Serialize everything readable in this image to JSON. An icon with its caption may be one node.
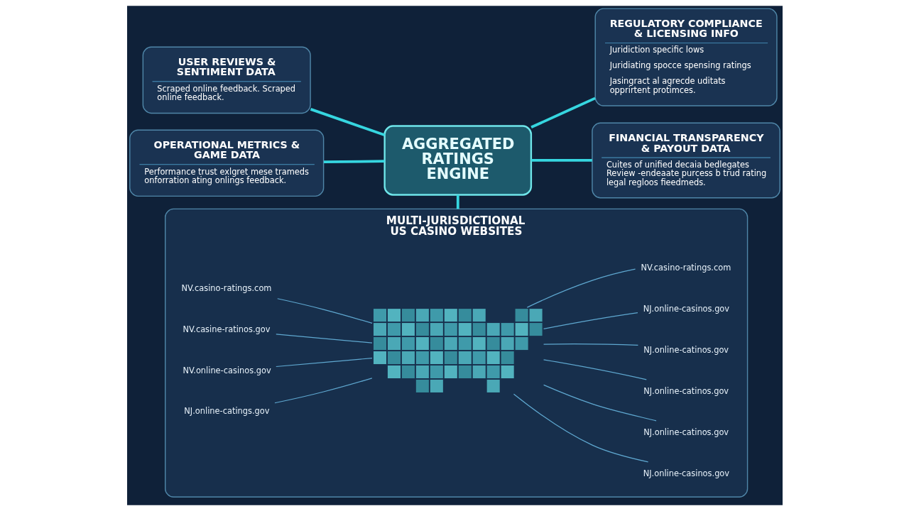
{
  "diagram": {
    "nodes": [
      {
        "text": [
          "USER REVIEWS & SENTIMENT DATA",
          "Scraped online feedback. Scraped online feedback."
        ]
      },
      {
        "text": [
          "REGULATORY COMPLIANCE & LICENSING INFO",
          "Juridiction specific lows",
          "Juridiating spocce spensing ratings",
          "Jasingract al agrecde uditats opprirtent protimces."
        ]
      },
      {
        "text": [
          "OPERATIONAL METRICS & GAME DATA",
          "Performance trust exlgret mese trameds onforration ating onlings feedback."
        ]
      },
      {
        "text": [
          "AGGREGATED RATINGS ENGINE"
        ]
      },
      {
        "text": [
          "FINANCIAL TRANSPARENCY & PAYOUT DATA",
          "Cuites of unified decaia bedlegates Review -endeaate purcess b trud rating legal regloos fieedmeds."
        ]
      },
      {
        "text": [
          "MULTI-JURISDICTIONAL US CASINO WEBSITES"
        ]
      },
      {
        "text": [],
        "shape": "picture",
        "in": 5
      },
      {
        "text": [
          "NV.casino-ratings.com"
        ],
        "in": 5
      },
      {
        "text": [
          "NV.casino-ratings.com"
        ],
        "in": 5
      },
      {
        "text": [
          "NV.casine-ratinos.gov"
        ],
        "in": 5
      },
      {
        "text": [
          "NJ.online-casinos.gov"
        ],
        "in": 5
      },
      {
        "text": [
          "NV.online-casinos.gov"
        ],
        "in": 5
      },
      {
        "text": [
          "NJ.online-catinos.gov"
        ],
        "in": 5
      },
      {
        "text": [
          "NJ.online-catings.gov"
        ],
        "in": 5
      },
      {
        "text": [
          "NJ.online-catinos.gov"
        ],
        "in": 5
      },
      {
        "text": [
          "NJ.online-catinos.gov"
        ],
        "in": 5
      },
      {
        "text": [
          "NJ.online-casinos.gov"
        ],
        "in": 5
      }
    ],
    "edges": [
      {
        "from": 0,
        "to": 3,
        "arrow": "none",
        "style": "thick",
        "color": "#36d6e0"
      },
      {
        "from": 3,
        "to": 1,
        "arrow": "none",
        "style": "thick",
        "color": "#36d6e0"
      },
      {
        "from": 2,
        "to": 3,
        "arrow": "none",
        "style": "thick",
        "color": "#36d6e0"
      },
      {
        "from": 3,
        "to": 4,
        "arrow": "none",
        "style": "thick",
        "color": "#36d6e0"
      },
      {
        "from": 3,
        "to": 5,
        "arrow": "none",
        "style": "thick",
        "color": "#36d6e0"
      },
      {
        "from": 7,
        "to": 6,
        "arrow": "none"
      },
      {
        "from": 8,
        "to": 6,
        "arrow": "none"
      },
      {
        "from": 9,
        "to": 6,
        "arrow": "none"
      },
      {
        "from": 10,
        "to": 6,
        "arrow": "none"
      },
      {
        "from": 11,
        "to": 6,
        "arrow": "none"
      },
      {
        "from": 12,
        "to": 6,
        "arrow": "none"
      },
      {
        "from": 13,
        "to": 6,
        "arrow": "none"
      },
      {
        "from": 14,
        "to": 6,
        "arrow": "none"
      },
      {
        "from": 15,
        "to": 6,
        "arrow": "none"
      },
      {
        "from": 16,
        "to": 6,
        "arrow": "none"
      }
    ]
  }
}
